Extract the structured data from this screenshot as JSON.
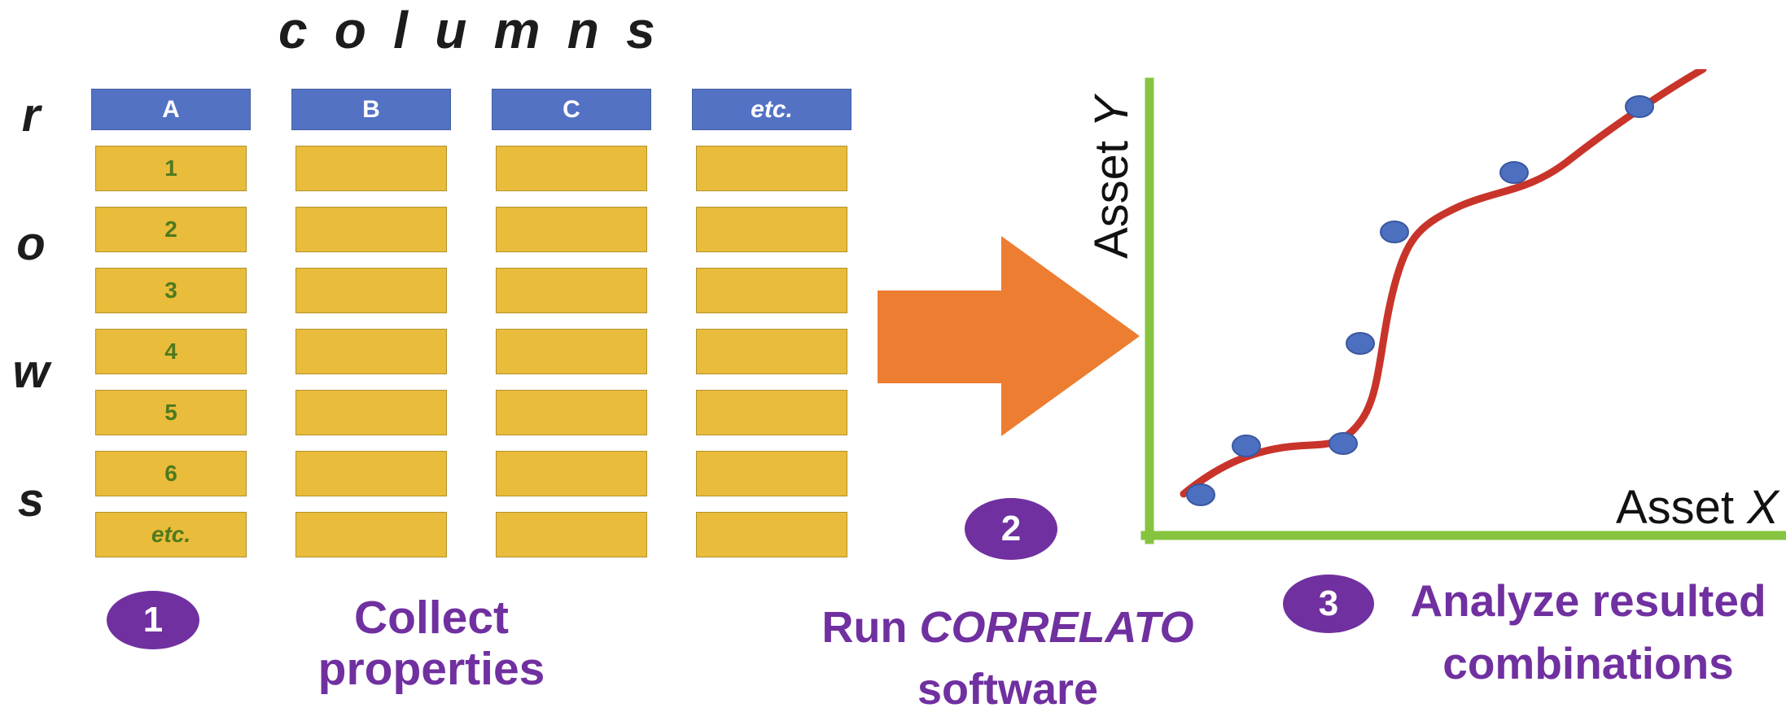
{
  "colors": {
    "heading_text": "#1c1c1c",
    "header_bg": "#5372c4",
    "header_border": "#46609e",
    "header_text": "#ffffff",
    "cell_bg": "#e9bc3b",
    "cell_border": "#b3922b",
    "row_label_text": "#4e7a1e",
    "arrow": "#ed7d31",
    "axis": "#86c440",
    "curve": "#c9342a",
    "dot_fill": "#4d6fc0",
    "dot_stroke": "#3a57a0",
    "step_bg": "#7030a0",
    "step_text": "#ffffff",
    "step_label_text": "#7030a0",
    "asset_label_text": "#111111"
  },
  "table": {
    "columns_heading": "columns",
    "rows_letters": [
      "r",
      "o",
      "w",
      "s"
    ],
    "headers": [
      "A",
      "B",
      "C",
      "etc."
    ],
    "row_labels": [
      "1",
      "2",
      "3",
      "4",
      "5",
      "6",
      "etc."
    ]
  },
  "plot": {
    "y_label_prefix": "Asset ",
    "y_label_var": "Y",
    "x_label_prefix": "Asset ",
    "x_label_var": "X",
    "points": [
      [
        77,
        523
      ],
      [
        133,
        463
      ],
      [
        252,
        460
      ],
      [
        273,
        337
      ],
      [
        315,
        200
      ],
      [
        462,
        127
      ],
      [
        616,
        46
      ]
    ]
  },
  "steps": [
    {
      "num": "1",
      "label": "Collect properties"
    },
    {
      "num": "2",
      "line1_prefix": "Run ",
      "line1_em": "CORRELATO",
      "line2": "software"
    },
    {
      "num": "3",
      "line1": "Analyze resulted",
      "line2": "combinations"
    }
  ]
}
